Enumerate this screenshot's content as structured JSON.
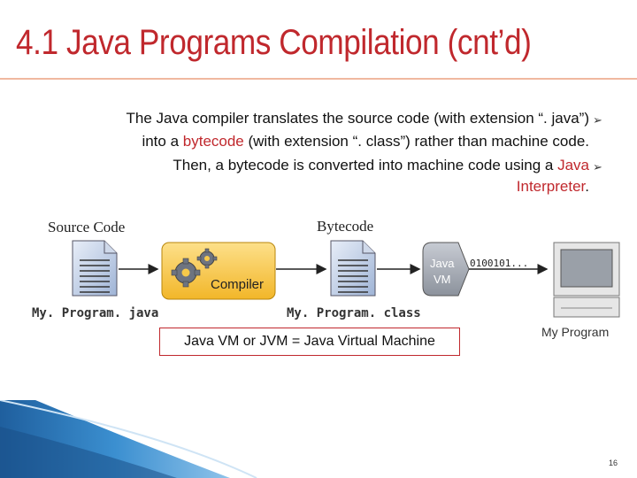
{
  "slide": {
    "title": "4.1 Java Programs Compilation (cnt’d)",
    "bullets": [
      {
        "line1": "The Java compiler translates the source code (with extension “. java”)",
        "line2_pre": "into a ",
        "line2_red": "bytecode",
        "line2_post": " (with extension “. class”) rather than machine code."
      },
      {
        "line1_pre": "Then, a bytecode is converted into machine code using a ",
        "line1_red": "Java",
        "line2_red": "Interpreter",
        "line2_post": "."
      }
    ],
    "bullet_marker": "➢",
    "page_number": "16"
  },
  "diagram": {
    "source_code_label": "Source Code",
    "bytecode_label": "Bytecode",
    "source_file": "My. Program. java",
    "class_file": "My. Program. class",
    "compiler_label": "Compiler",
    "jvm_label_1": "Java",
    "jvm_label_2": "VM",
    "binary_text": "0100101...",
    "computer_label": "My Program",
    "jvm_definition": "Java VM or JVM = Java Virtual Machine"
  },
  "colors": {
    "title": "#c0282d",
    "accent_red": "#c0282d",
    "compiler_box": "#f7c94a",
    "blue_decor": "#2f7fc0"
  }
}
